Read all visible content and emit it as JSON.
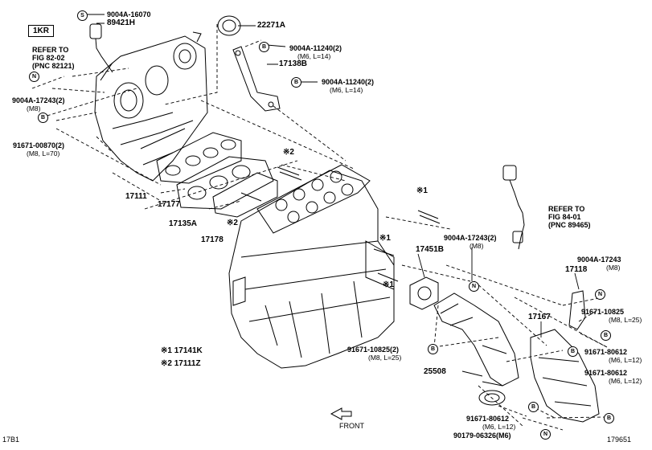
{
  "engine_tag": "1KR",
  "page_code_left": "17B1",
  "page_code_right": "179651",
  "front_label": "FRONT",
  "badges": {
    "S": "S",
    "B": "B",
    "N": "N"
  },
  "refs": [
    {
      "line1": "REFER TO",
      "line2": "FIG 82-02",
      "line3": "(PNC 82121)"
    },
    {
      "line1": "REFER TO",
      "line2": "FIG 84-01",
      "line3": "(PNC 89465)"
    }
  ],
  "notes": [
    {
      "mark": "※1",
      "part": "17141K"
    },
    {
      "mark": "※2",
      "part": "17111Z"
    }
  ],
  "marks": {
    "m1": "※1",
    "m2": "※2"
  },
  "parts": {
    "p9004a16070": "9004A-16070",
    "p89421h": "89421H",
    "p22271a": "22271A",
    "p9004a11240a": "9004A-11240(2)",
    "p9004a11240a_spec": "(M6, L=14)",
    "p17138b": "17138B",
    "p9004a11240b": "9004A-11240(2)",
    "p9004a11240b_spec": "(M6, L=14)",
    "p9004a17243a": "9004A-17243(2)",
    "p9004a17243a_spec": "(M8)",
    "p91671_00870": "91671-00870(2)",
    "p91671_00870_spec": "(M8, L=70)",
    "p17111": "17111",
    "p17177": "17177",
    "p17135a": "17135A",
    "p17178": "17178",
    "p9004a17243b": "9004A-17243(2)",
    "p9004a17243b_spec": "(M8)",
    "p17451b": "17451B",
    "p9004a17243c": "9004A-17243",
    "p9004a17243c_spec": "(M8)",
    "p17118": "17118",
    "p91671_10825a": "91671-10825",
    "p91671_10825a_spec": "(M8, L=25)",
    "p17167": "17167",
    "p91671_10825b": "91671-10825(2)",
    "p91671_10825b_spec": "(M8, L=25)",
    "p91671_80612a": "91671-80612",
    "p91671_80612a_spec": "(M6, L=12)",
    "p91671_80612b": "91671-80612",
    "p91671_80612b_spec": "(M6, L=12)",
    "p25508": "25508",
    "p91671_80612c": "91671-80612",
    "p91671_80612c_spec": "(M6, L=12)",
    "p90179_06326": "90179-06326(M6)"
  }
}
